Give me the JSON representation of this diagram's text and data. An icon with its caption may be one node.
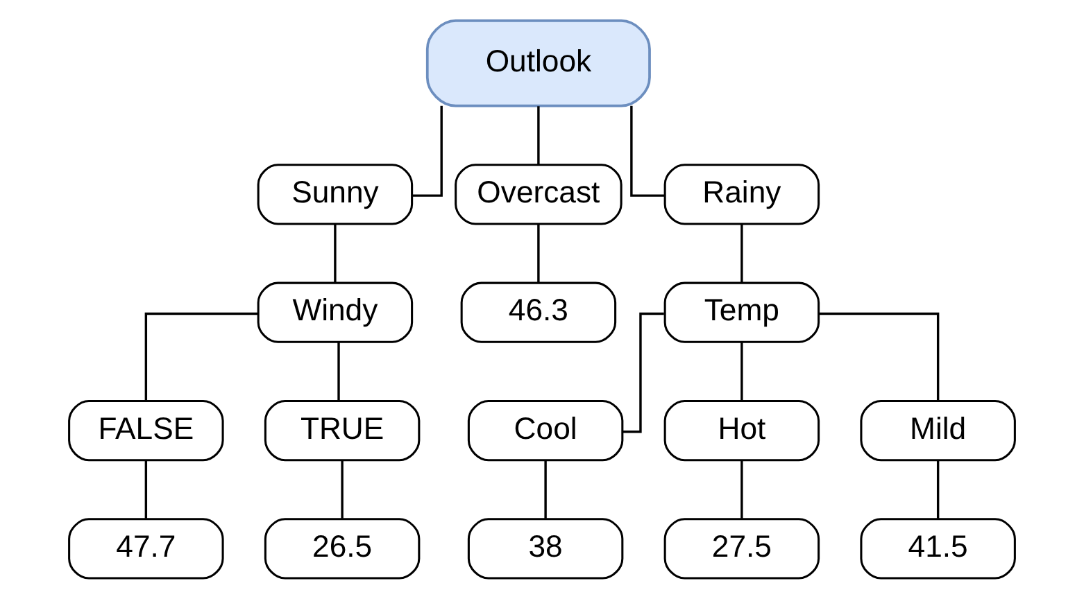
{
  "diagram": {
    "nodes": [
      {
        "text": [
          "Outlook"
        ]
      },
      {
        "text": [
          "Sunny"
        ]
      },
      {
        "text": [
          "Overcast"
        ]
      },
      {
        "text": [
          "Rainy"
        ]
      },
      {
        "text": [
          "Windy"
        ]
      },
      {
        "text": [
          "46.3"
        ]
      },
      {
        "text": [
          "Temp"
        ]
      },
      {
        "text": [
          "FALSE"
        ]
      },
      {
        "text": [
          "TRUE"
        ]
      },
      {
        "text": [
          "Cool"
        ]
      },
      {
        "text": [
          "Hot"
        ]
      },
      {
        "text": [
          "Mild"
        ]
      },
      {
        "text": [
          "47.7"
        ]
      },
      {
        "text": [
          "26.5"
        ]
      },
      {
        "text": [
          "38"
        ]
      },
      {
        "text": [
          "27.5"
        ]
      },
      {
        "text": [
          "41.5"
        ]
      }
    ],
    "edges": [
      {
        "from": 0,
        "to": 1,
        "arrow": "none"
      },
      {
        "from": 0,
        "to": 2,
        "arrow": "none"
      },
      {
        "from": 0,
        "to": 3,
        "arrow": "none"
      },
      {
        "from": 1,
        "to": 4,
        "arrow": "none"
      },
      {
        "from": 2,
        "to": 5,
        "arrow": "none"
      },
      {
        "from": 3,
        "to": 6,
        "arrow": "none"
      },
      {
        "from": 4,
        "to": 7,
        "arrow": "none"
      },
      {
        "from": 4,
        "to": 8,
        "arrow": "none"
      },
      {
        "from": 6,
        "to": 9,
        "arrow": "none"
      },
      {
        "from": 6,
        "to": 10,
        "arrow": "none"
      },
      {
        "from": 6,
        "to": 11,
        "arrow": "none"
      },
      {
        "from": 7,
        "to": 12,
        "arrow": "none"
      },
      {
        "from": 8,
        "to": 13,
        "arrow": "none"
      },
      {
        "from": 9,
        "to": 14,
        "arrow": "none"
      },
      {
        "from": 10,
        "to": 15,
        "arrow": "none"
      },
      {
        "from": 11,
        "to": 16,
        "arrow": "none"
      }
    ]
  }
}
